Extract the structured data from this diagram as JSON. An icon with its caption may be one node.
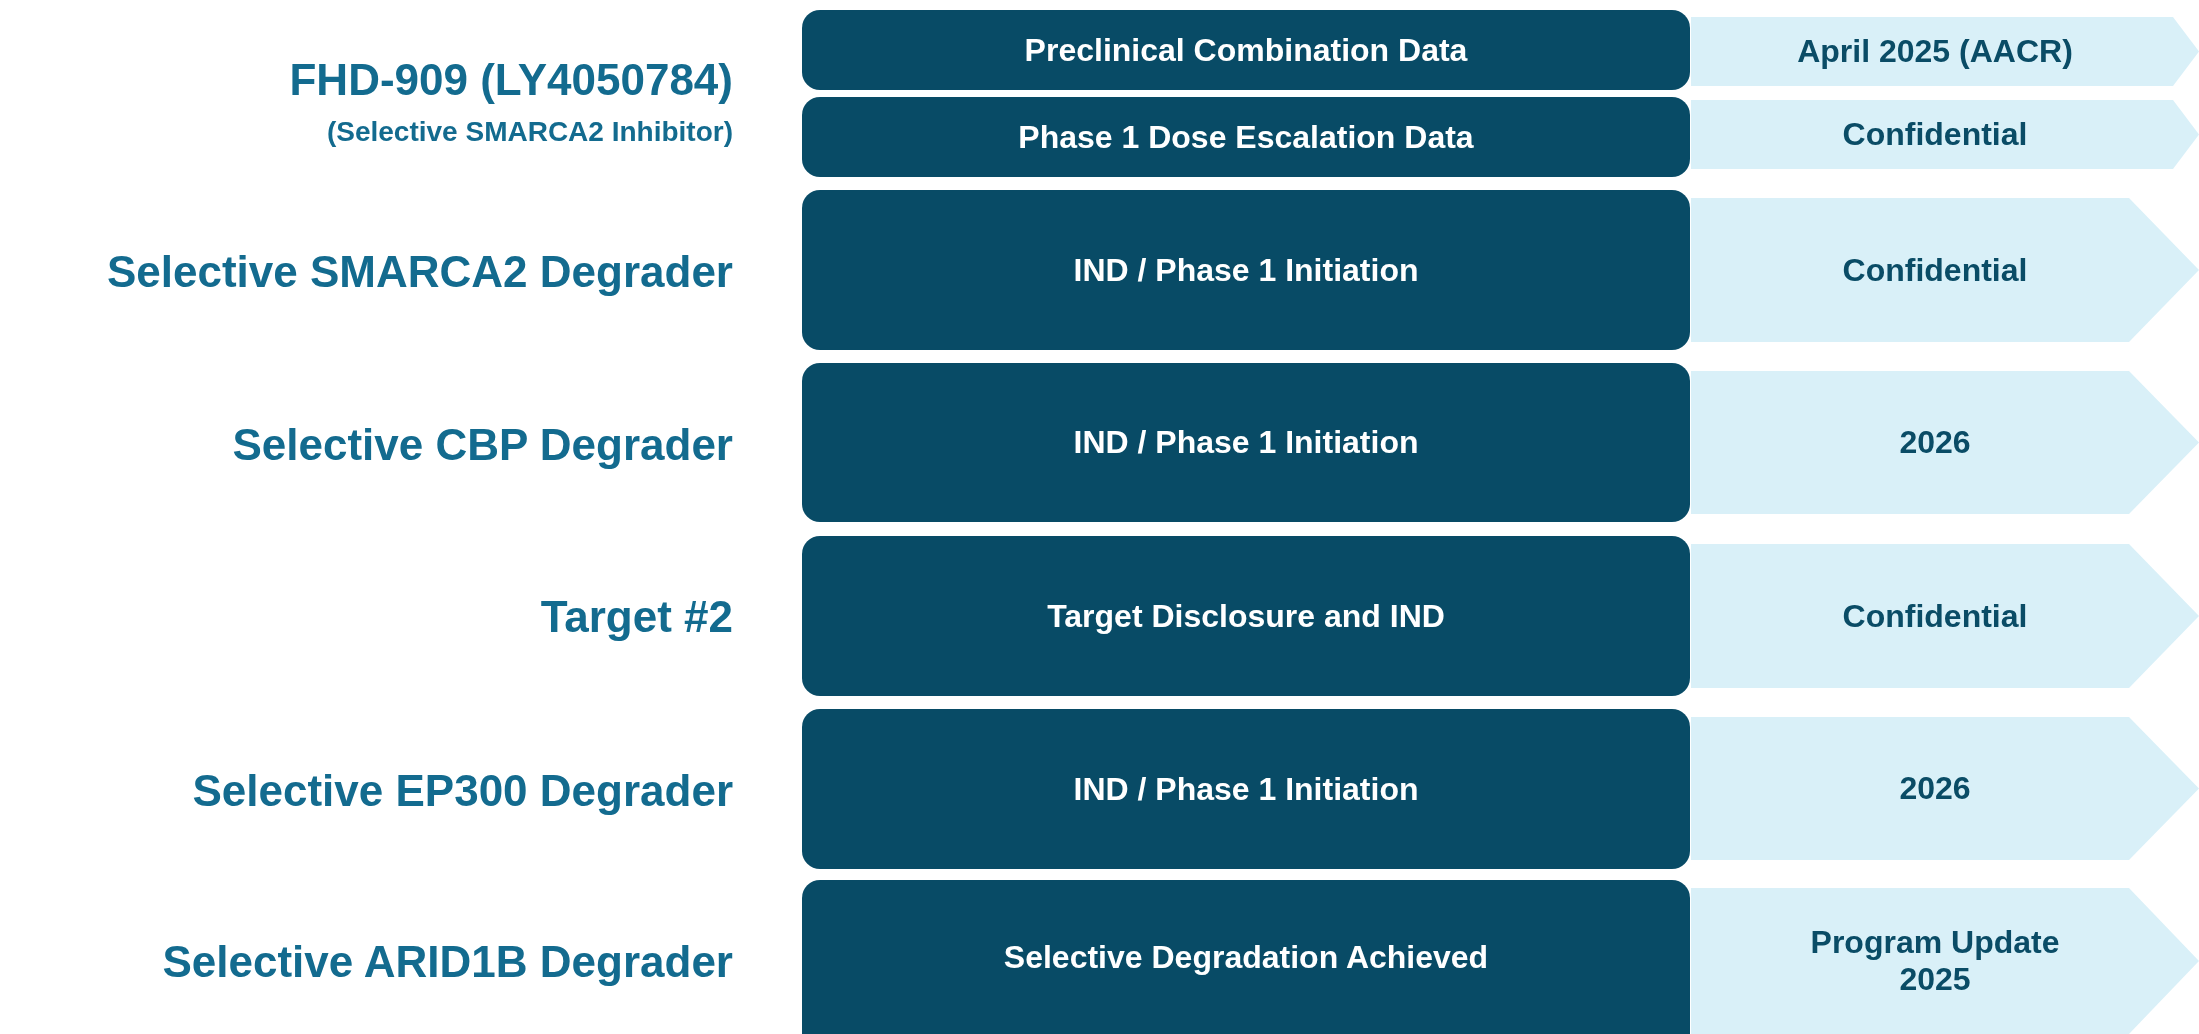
{
  "diagram": {
    "nodes": [
      {
        "text": [
          "Preclinical Combination Data"
        ]
      },
      {
        "text": [
          "April 2025 (AACR)"
        ]
      },
      {
        "text": [
          "Phase 1 Dose Escalation Data"
        ]
      },
      {
        "text": [
          "Confidential"
        ]
      },
      {
        "text": [
          "IND / Phase 1 Initiation"
        ]
      },
      {
        "text": [
          "Confidential"
        ]
      },
      {
        "text": [
          "IND / Phase 1 Initiation"
        ]
      },
      {
        "text": [
          "2026"
        ]
      },
      {
        "text": [
          "Target Disclosure and IND"
        ]
      },
      {
        "text": [
          "Confidential"
        ]
      },
      {
        "text": [
          "IND / Phase 1 Initiation"
        ]
      },
      {
        "text": [
          "2026"
        ]
      },
      {
        "text": [
          "Selective Degradation Achieved"
        ]
      },
      {
        "text": [
          "Program Update 2025"
        ]
      }
    ],
    "labels": [
      "FHD-909 (LY4050784)",
      "(Selective SMARCA2 Inhibitor)",
      "Selective SMARCA2 Degrader",
      "Selective CBP Degrader",
      "Target #2",
      "Selective EP300 Degrader",
      "Selective ARID1B Degrader"
    ]
  }
}
